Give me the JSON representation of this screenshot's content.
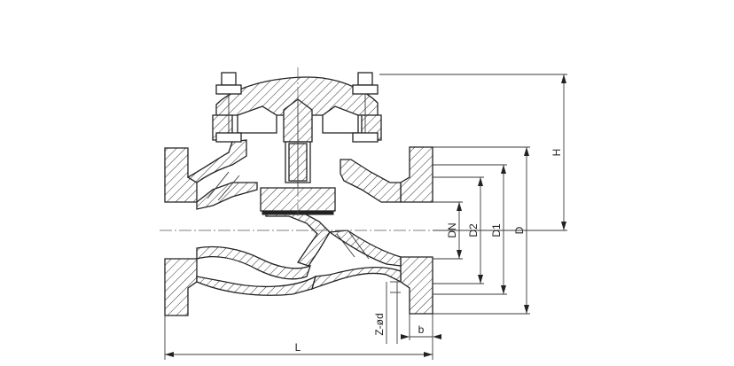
{
  "drawing": {
    "dimensions": {
      "L": "L",
      "H": "H",
      "D": "D",
      "D1": "D1",
      "D2": "D2",
      "DN": "DN",
      "b": "b",
      "Z_holes": "Z-ød"
    }
  }
}
